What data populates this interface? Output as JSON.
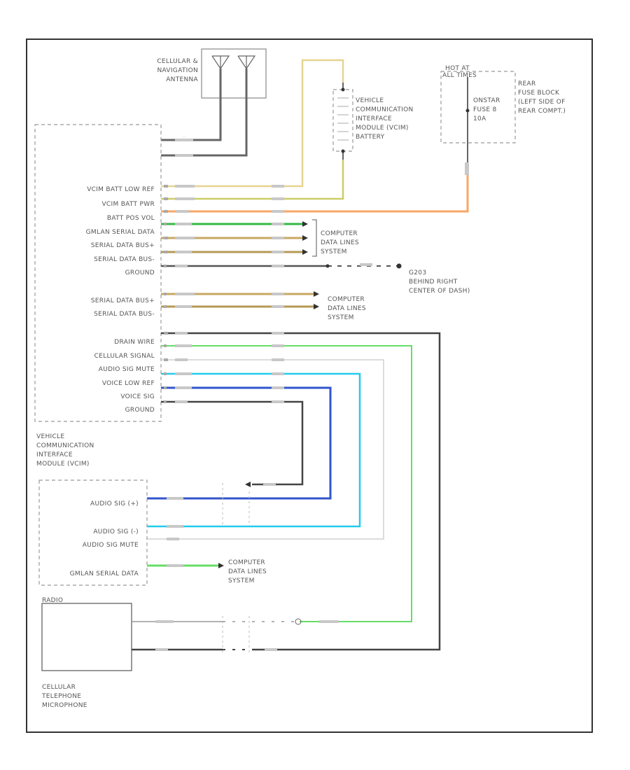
{
  "colors": {
    "black": "#333333",
    "gray": "#666666",
    "white_wire": "#cfcfcf",
    "tan": "#e0cf8c",
    "yellow": "#cccc66",
    "orange": "#f5a15a",
    "dk_green": "#33bb33",
    "lt_green": "#66dd66",
    "tan_dkblu": "#ccaa55",
    "dk_blue": "#3344cc",
    "lt_blue": "#22ccee",
    "dk_green2": "#55cc55"
  },
  "antenna": {
    "line1": "CELLULAR &",
    "line2": "NAVIGATION",
    "line3": "ANTENNA"
  },
  "battery": {
    "line1": "VEHICLE",
    "line2": "COMMUNICATION",
    "line3": "INTERFACE",
    "line4": "MODULE (VCIM)",
    "line5": "BATTERY"
  },
  "hot_at": {
    "line1": "HOT AT",
    "line2": "ALL TIMES"
  },
  "fuse": {
    "line1": "ONSTAR",
    "line2": "FUSE 8",
    "line3": "10A"
  },
  "rear_fuse_block": {
    "line1": "REAR",
    "line2": "FUSE BLOCK",
    "line3": "(LEFT SIDE OF",
    "line4": "REAR COMPT.)"
  },
  "vcim_pins": {
    "p1": "VCIM BATT LOW REF",
    "p2": "VCIM BATT PWR",
    "p3": "BATT POS VOL",
    "p4": "GMLAN SERIAL DATA",
    "p5": "SERIAL DATA BUS+",
    "p6": "SERIAL DATA BUS-",
    "p7": "GROUND",
    "p8": "SERIAL DATA BUS+",
    "p9": "SERIAL DATA BUS-",
    "p10": "DRAIN WIRE",
    "p11": "CELLULAR SIGNAL",
    "p12": "AUDIO SIG MUTE",
    "p13": "VOICE LOW REF",
    "p14": "VOICE SIG",
    "p15": "GROUND"
  },
  "vcim": {
    "line1": "VEHICLE",
    "line2": "COMMUNICATION",
    "line3": "INTERFACE",
    "line4": "MODULE (VCIM)"
  },
  "computer_data_1": {
    "line1": "COMPUTER",
    "line2": "DATA LINES",
    "line3": "SYSTEM"
  },
  "computer_data_2": {
    "line1": "COMPUTER",
    "line2": "DATA LINES",
    "line3": "SYSTEM"
  },
  "computer_data_3": {
    "line1": "COMPUTER",
    "line2": "DATA LINES",
    "line3": "SYSTEM"
  },
  "ground_g203": {
    "line1": "G203",
    "line2": "BEHIND RIGHT",
    "line3": "CENTER OF DASH)"
  },
  "radio_pins": {
    "p1": "AUDIO SIG (+)",
    "p2": "AUDIO SIG (-)",
    "p3": "AUDIO SIG MUTE",
    "p4": "GMLAN SERIAL DATA"
  },
  "radio": {
    "label": "RADIO"
  },
  "mic": {
    "line1": "CELLULAR",
    "line2": "TELEPHONE",
    "line3": "MICROPHONE"
  }
}
